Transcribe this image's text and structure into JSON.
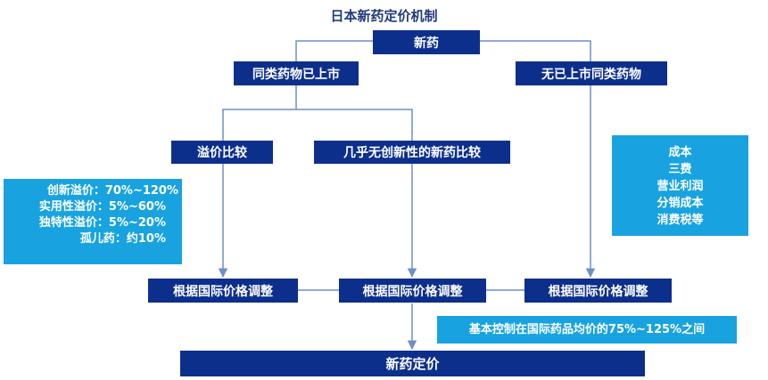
{
  "title": "日本新药定价机制",
  "nodes": {
    "new_drug": "新药",
    "similar_listed": "同类药物已上市",
    "no_similar": "无已上市同类药物",
    "premium_compare": "溢价比较",
    "little_innovation": "几乎无创新性的新药比较",
    "adjust_1": "根据国际价格调整",
    "adjust_2": "根据国际价格调整",
    "adjust_3": "根据国际价格调整",
    "final_price": "新药定价"
  },
  "premium_notes": [
    "创新溢价：70%~120%",
    "实用性溢价：5%~60%",
    "独特性溢价：5%~20%",
    "孤儿药：约10%"
  ],
  "cost_notes": [
    "成本",
    "三费",
    "营业利润",
    "分销成本",
    "消费税等"
  ],
  "range_note": "基本控制在国际药品均价的75%~125%之间",
  "colors": {
    "box": "#0d2f8c",
    "note": "#18a3e0",
    "line": "#6f8fc6"
  }
}
